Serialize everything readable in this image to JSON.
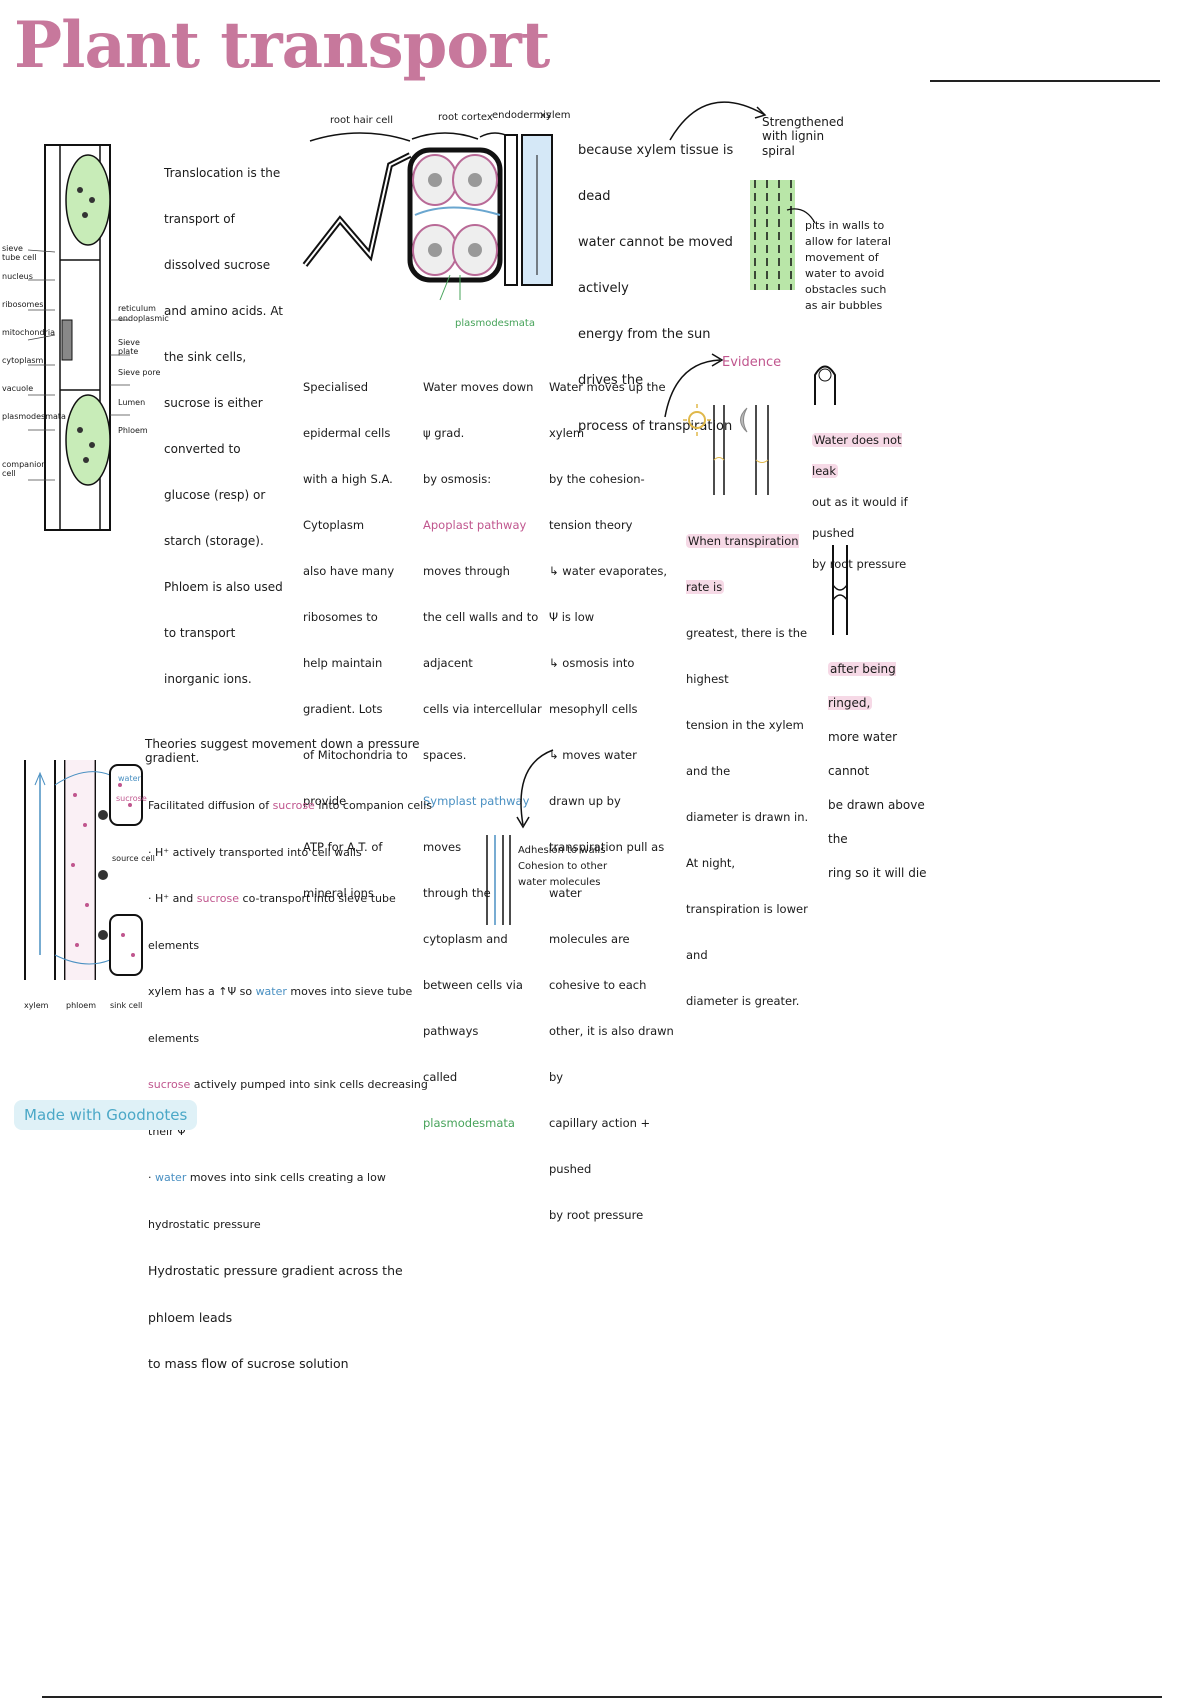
{
  "title": "Plant transport",
  "translocation_text": "Translocation is the transport of dissolved sucrose and amino acids. At the sink cells, sucrose is either converted to glucose (resp) or starch (storage). Phloem is also used to transport inorganic ions.",
  "phloem_labels_left": [
    "sieve tube cell",
    "nucleus",
    "ribosomes",
    "mitochondria",
    "cytoplasm",
    "vacuole",
    "plasmodesmata",
    "companion cell"
  ],
  "phloem_labels_right": [
    "reticulum",
    "endoplasmic",
    "Sieve plate",
    "Sieve pore",
    "Lumen",
    "Phloem"
  ],
  "root_labels": {
    "root_hair": "root hair cell",
    "cortex": "root cortex",
    "endodermis": "endodermis",
    "xylem": "xylem",
    "plasmodesmata": "plasmodesmata"
  },
  "xylem_dead": [
    "because xylem tissue is dead",
    "water cannot be moved actively",
    "energy from the sun drives the",
    "process of transpiration"
  ],
  "lignin": "Strengthened with lignin spiral",
  "pits": "pits in walls to allow for lateral movement of water to avoid obstacles such as air bubbles",
  "col1": [
    "Specialised epidermal cells",
    "with a high S.A. Cytoplasm",
    "also have many ribosomes to",
    "help maintain gradient. Lots",
    "of Mitochondria to provide",
    "ATP for A.T. of mineral ions"
  ],
  "col2_intro": [
    "Water moves down ψ grad.",
    "by osmosis:"
  ],
  "apoplast_label": "Apoplast pathway",
  "apoplast_rest": [
    "moves through",
    "the cell walls and to adjacent",
    "cells via intercellular spaces."
  ],
  "symplast_label": "Symplast pathway",
  "symplast_rest": [
    "moves",
    "through the cytoplasm and",
    "between cells via pathways",
    "called"
  ],
  "plasmodesmata_word": "plasmodesmata",
  "col3": [
    "Water moves up the xylem",
    "by the cohesion-tension theory",
    "↳ water evaporates, Ψ is low",
    "↳ osmosis into mesophyll cells",
    "↳ moves water drawn up by",
    "transpiration pull as water",
    "molecules are cohesive to each",
    "other, it is also drawn by",
    "capillary action + pushed",
    "by root pressure"
  ],
  "adhesion": [
    "Adhesion to walls",
    "Cohesion to other",
    "water molecules"
  ],
  "evidence": "Evidence",
  "evidence_text": [
    "When transpiration rate is",
    "greatest, there is the highest",
    "tension in the xylem and the",
    "diameter is drawn in. At night,",
    "transpiration is lower and",
    "diameter is greater."
  ],
  "leak_text": [
    "Water does not leak",
    "out as it would if pushed",
    "by root pressure"
  ],
  "ringed_text": [
    "after being ringed,",
    "more water cannot",
    "be drawn above the",
    "ring so it will die"
  ],
  "pressure_title": "Theories suggest movement down a pressure gradient.",
  "pressure_lines": [
    {
      "pre": "Facilitated diffusion of ",
      "hl": "sucrose",
      "post": " into companion cells",
      "cls": "pink"
    },
    {
      "pre": "· H⁺ actively transported into cell walls",
      "hl": "",
      "post": "",
      "cls": ""
    },
    {
      "pre": "· H⁺ and ",
      "hl": "sucrose",
      "post": " co-transport into sieve tube elements",
      "cls": "pink"
    },
    {
      "pre": "xylem has a ↑Ψ so ",
      "hl": "water",
      "post": " moves into sieve tube elements",
      "cls": "blue"
    },
    {
      "pre": "",
      "hl": "sucrose",
      "post": " actively pumped into sink cells decreasing their Ψ",
      "cls": "pink"
    },
    {
      "pre": "· ",
      "hl": "water",
      "post": " moves into sink cells creating a low hydrostatic pressure",
      "cls": "blue"
    },
    {
      "pre": "Hydrostatic pressure gradient across the phloem leads",
      "hl": "",
      "post": "",
      "cls": ""
    },
    {
      "pre": "to mass flow of sucrose solution",
      "hl": "",
      "post": "",
      "cls": ""
    }
  ],
  "massflow_labels": [
    "xylem",
    "phloem",
    "sink cell",
    "source cell",
    "water",
    "sucrose"
  ],
  "goodnotes_badge": "Made with Goodnotes",
  "colors": {
    "title": "#c7789c",
    "pink": "#c0568e",
    "blue": "#4a90c2",
    "green": "#47a35a",
    "leaf": "#b9e6a8"
  }
}
